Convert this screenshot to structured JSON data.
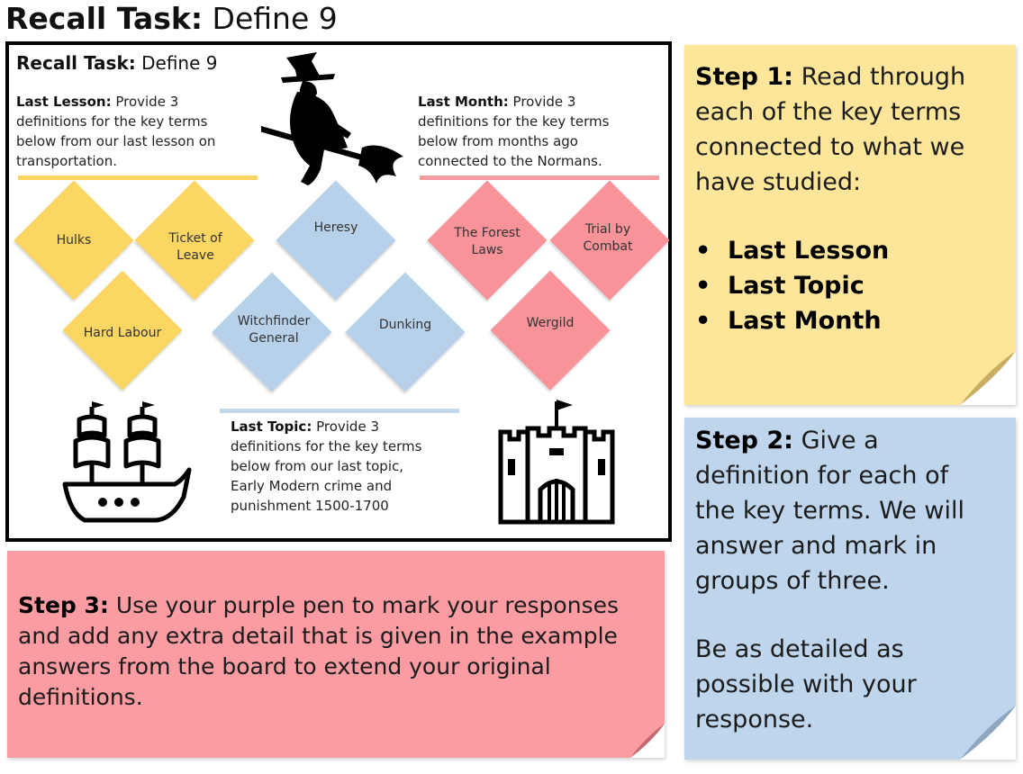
{
  "page": {
    "title_bold": "Recall Task:",
    "title_rest": " Define 9"
  },
  "frame": {
    "title_bold": "Recall Task:",
    "title_rest": " Define 9",
    "last_lesson": {
      "heading": "Last Lesson:",
      "text_lines": [
        " Provide 3",
        "definitions for the key terms",
        "below from our last lesson on",
        "transportation."
      ]
    },
    "last_month": {
      "heading": "Last Month:",
      "text_lines": [
        " Provide 3",
        "definitions for the key terms",
        "below from months ago",
        "connected to the Normans."
      ]
    },
    "last_topic": {
      "heading": "Last Topic:",
      "text_lines": [
        " Provide 3",
        "definitions for the key terms",
        "below from our last topic,",
        "Early Modern crime and",
        "punishment 1500-1700"
      ]
    },
    "cards": [
      {
        "label": "Hulks",
        "group": "lesson"
      },
      {
        "label": "Ticket of Leave",
        "group": "lesson"
      },
      {
        "label": "Hard Labour",
        "group": "lesson"
      },
      {
        "label": "Heresy",
        "group": "topic"
      },
      {
        "label": "Witchfinder General",
        "group": "topic"
      },
      {
        "label": "Dunking",
        "group": "topic"
      },
      {
        "label": "The Forest Laws",
        "group": "month"
      },
      {
        "label": "Trial by Combat",
        "group": "month"
      },
      {
        "label": "Wergild",
        "group": "month"
      }
    ],
    "icons": {
      "witch": "witch-on-broom-icon",
      "ship": "sailing-ship-icon",
      "castle": "castle-icon"
    }
  },
  "step1": {
    "heading": "Step 1:",
    "text_lines": [
      " Read through",
      "each of the key terms",
      "connected to what we",
      "have studied:"
    ],
    "bullets": [
      "Last Lesson",
      "Last Topic",
      "Last Month"
    ]
  },
  "step2": {
    "heading": "Step 2:",
    "text_lines": [
      " Give a",
      "definition for each of",
      "the key terms. We will",
      "answer and mark in",
      "groups of three."
    ],
    "text2_lines": [
      "Be as detailed as",
      "possible with your",
      "response."
    ]
  },
  "step3": {
    "heading": "Step 3:",
    "text_lines": [
      " Use your purple pen to mark your responses",
      "and add any extra detail that is given in the example",
      "answers from the board to extend your original",
      "definitions."
    ]
  },
  "colors": {
    "yellow": "#fcd663",
    "yellow_note": "#fde69a",
    "blue": "#b8d1ea",
    "blue_note": "#bed5ec",
    "red": "#f8939a",
    "red_note": "#fa9ca2",
    "yellow_bar": "#f7d560",
    "blue_bar": "#c4d8ec",
    "red_bar": "#f59ba2"
  }
}
